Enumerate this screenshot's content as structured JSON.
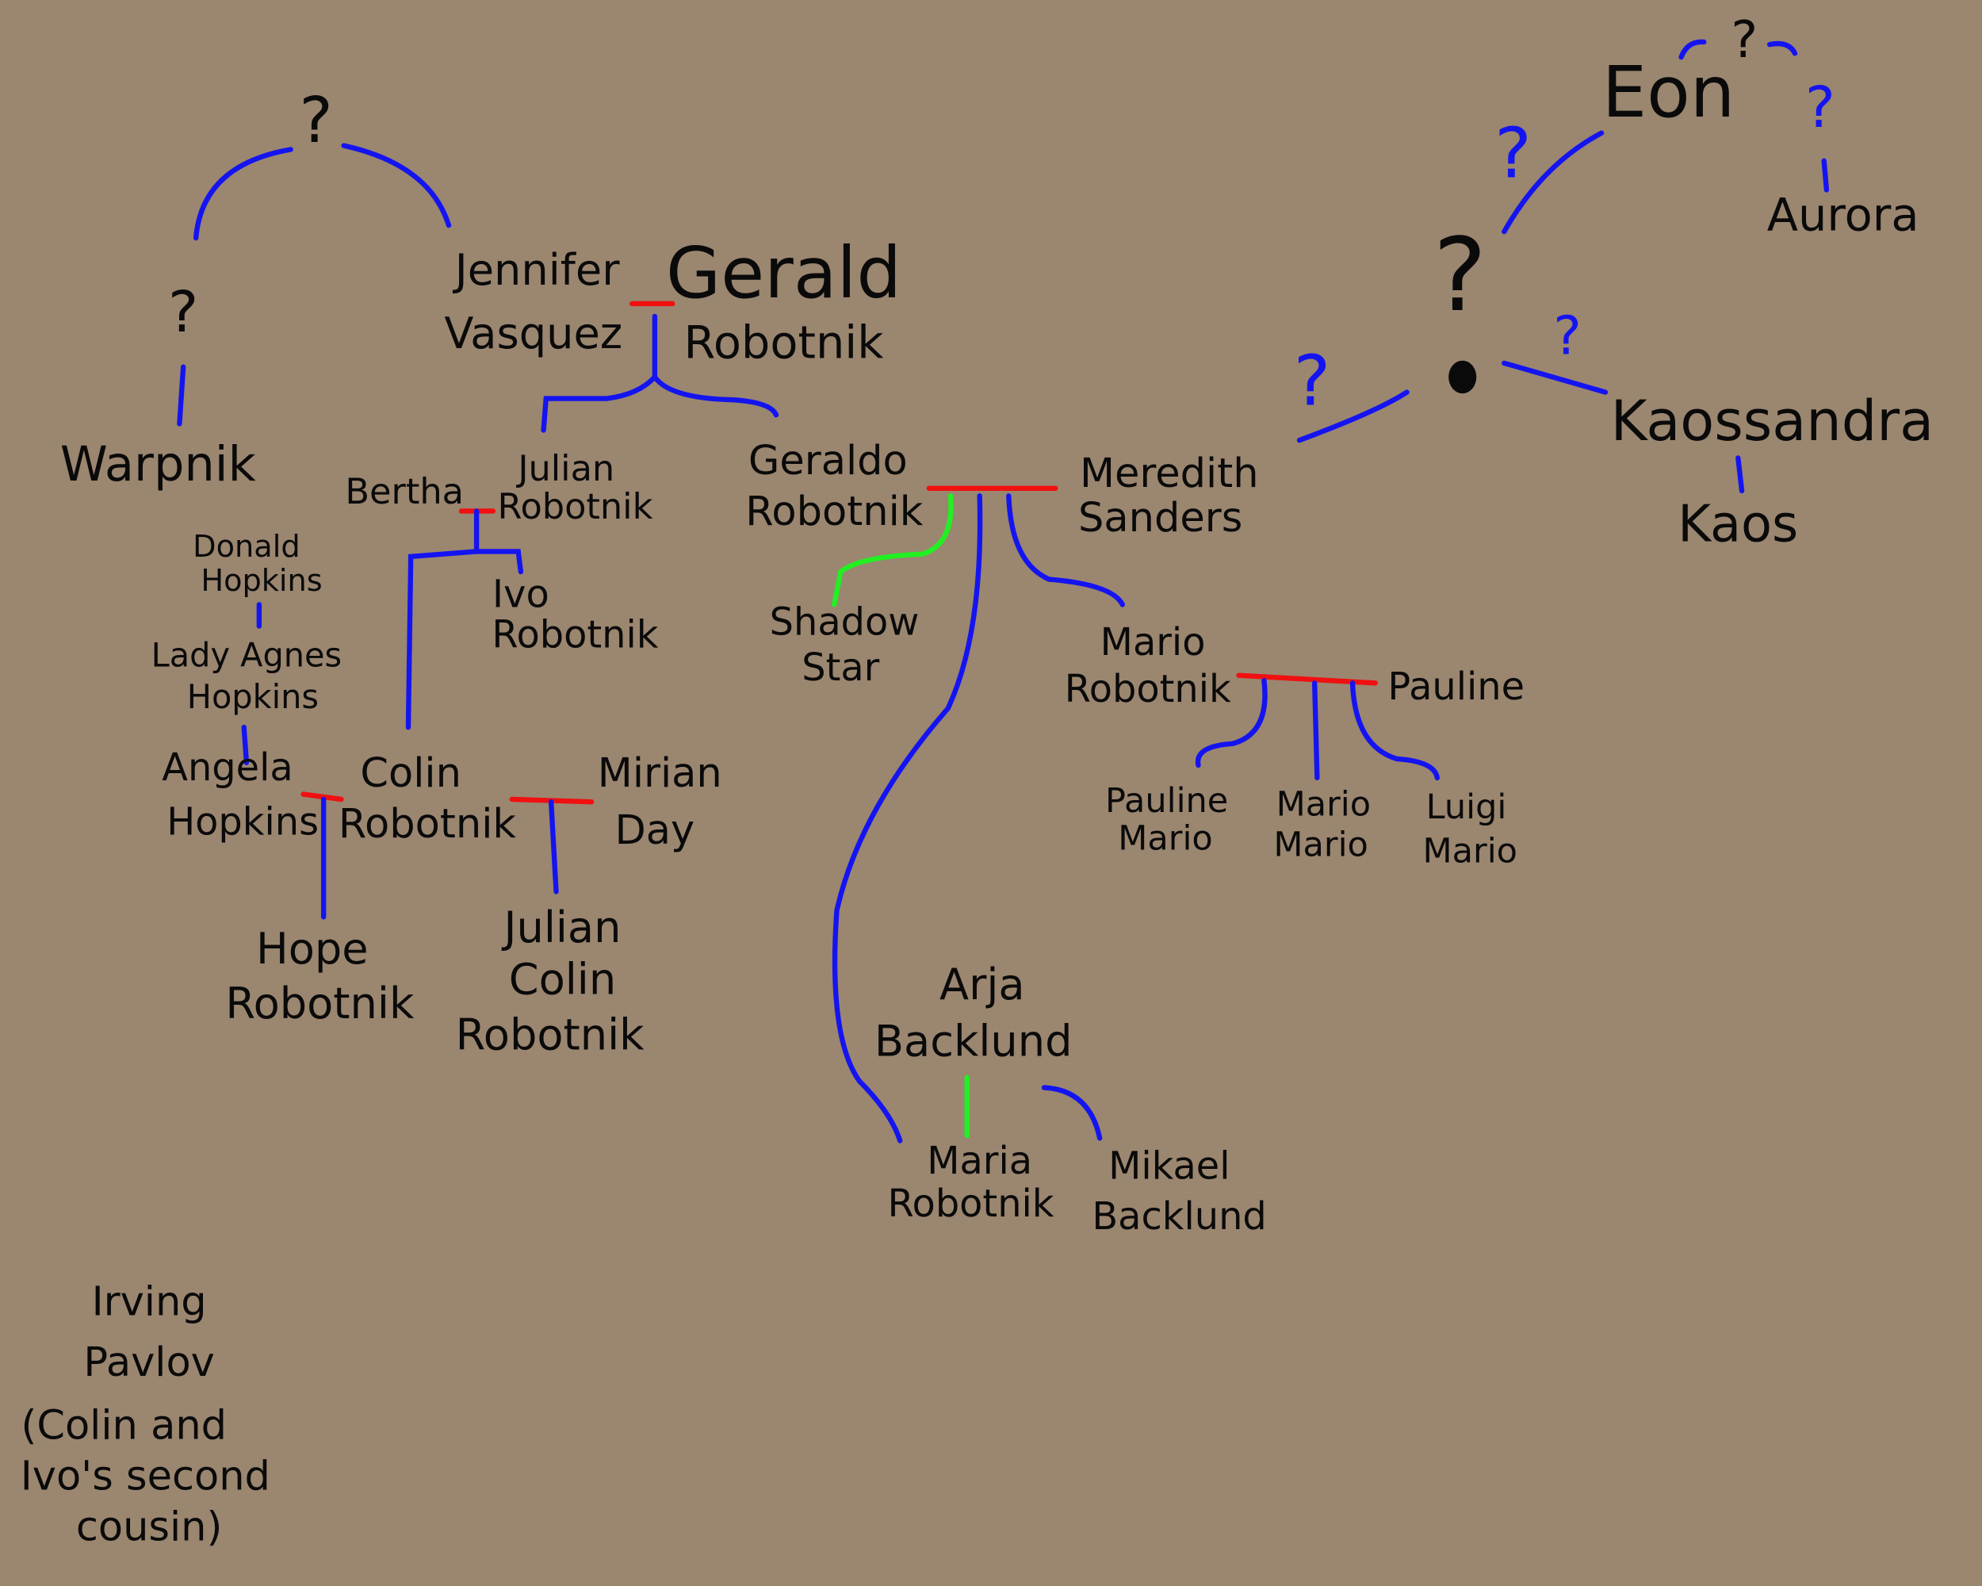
{
  "colors": {
    "background": "#9b8670",
    "ink": "#0a0a0a",
    "parent_child_line": "#1414f0",
    "marriage_line": "#f01010",
    "adoptive_line": "#22f022"
  },
  "unknown_mark": "?",
  "people": {
    "warpnik": [
      "Warpnik"
    ],
    "jennifer": [
      "Jennifer",
      "Vasquez"
    ],
    "gerald": [
      "Gerald",
      "Robotnik"
    ],
    "julian": [
      "Julian",
      "Robotnik"
    ],
    "bertha": [
      "Bertha"
    ],
    "ivo": [
      "Ivo",
      "Robotnik"
    ],
    "geraldo": [
      "Geraldo",
      "Robotnik"
    ],
    "meredith": [
      "Meredith",
      "Sanders"
    ],
    "shadow": [
      "Shadow",
      "Star"
    ],
    "mario": [
      "Mario",
      "Robotnik"
    ],
    "pauline": [
      "Pauline"
    ],
    "pauline_mario": [
      "Pauline",
      "Mario"
    ],
    "mario_mario": [
      "Mario",
      "Mario"
    ],
    "luigi": [
      "Luigi",
      "Mario"
    ],
    "donald": [
      "Donald",
      "Hopkins"
    ],
    "agnes": [
      "Lady Agnes",
      "Hopkins"
    ],
    "angela": [
      "Angela",
      "Hopkins"
    ],
    "colin": [
      "Colin",
      "Robotnik"
    ],
    "mirian": [
      "Mirian",
      "Day"
    ],
    "hope": [
      "Hope",
      "Robotnik"
    ],
    "julian_colin": [
      "Julian",
      "Colin",
      "Robotnik"
    ],
    "arja": [
      "Arja",
      "Backlund"
    ],
    "maria": [
      "Maria",
      "Robotnik"
    ],
    "mikael": [
      "Mikael",
      "Backlund"
    ],
    "irving": [
      "Irving",
      "Pavlov",
      "(Colin and",
      "Ivo's second",
      "cousin)"
    ],
    "eon": [
      "Eon"
    ],
    "aurora": [
      "Aurora"
    ],
    "kaossandra": [
      "Kaossandra"
    ],
    "kaos": [
      "Kaos"
    ]
  }
}
